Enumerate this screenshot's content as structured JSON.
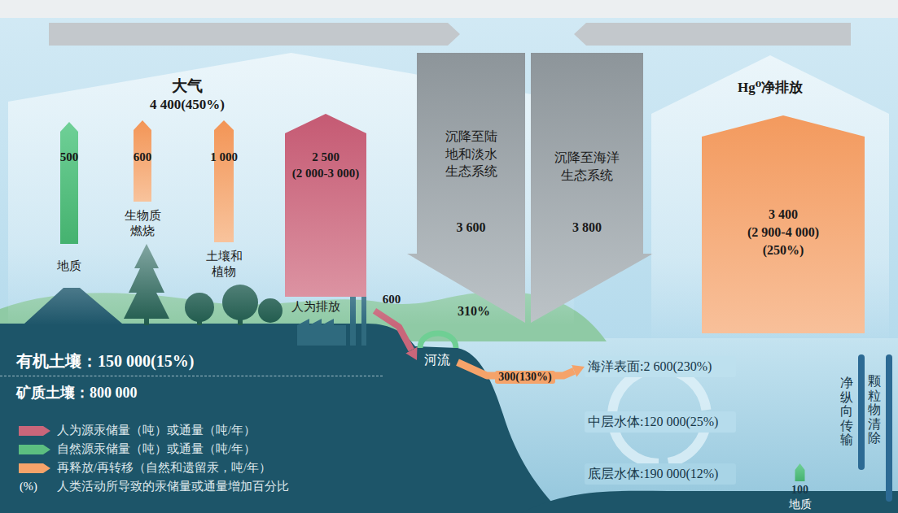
{
  "diagram": {
    "nodes": [
      {
        "text": [
          "大气",
          "4 400(450%)"
        ]
      },
      {
        "text": [
          "500",
          "地质"
        ],
        "in": 0
      },
      {
        "text": [
          "600",
          "生物质燃烧"
        ],
        "in": 0
      },
      {
        "text": [
          "1 000",
          "土壤和植物"
        ],
        "in": 0
      },
      {
        "text": [
          "2 500",
          "(2 000-3 000)",
          "人为排放"
        ],
        "in": 0
      },
      {
        "text": [
          "沉降至陆地和淡水生态系统",
          "3 600"
        ]
      },
      {
        "text": [
          "沉降至海洋生态系统",
          "3 800"
        ]
      },
      {
        "text": [
          "Hg⁰净排放"
        ]
      },
      {
        "text": [
          "3 400",
          "(2 900-4 000)",
          "(250%)"
        ],
        "in": 7
      },
      {
        "text": [
          "有机土壤：150 000(15%)"
        ]
      },
      {
        "text": [
          "矿质土壤：800 000"
        ]
      },
      {
        "text": [
          "河流"
        ]
      },
      {
        "text": [
          "海洋表面:2 600(230%)"
        ]
      },
      {
        "text": [
          "中层水体:120 000(25%)"
        ]
      },
      {
        "text": [
          "底层水体:190 000(12%)"
        ]
      },
      {
        "text": [
          "净纵向传输"
        ]
      },
      {
        "text": [
          "颗粒物清除"
        ]
      },
      {
        "text": [
          "100",
          "地质"
        ]
      }
    ],
    "edges": [
      {
        "from": 4,
        "to": 11,
        "label": "600",
        "arrow": "to"
      },
      {
        "from": 11,
        "to": 12,
        "label": "300(130%)",
        "arrow": "to"
      }
    ],
    "labels": [
      "310%",
      "(%)"
    ],
    "legend": [
      {
        "text": "人为源汞储量（吨）或通量（吨/年）",
        "color": "#c9667a"
      },
      {
        "text": "自然源汞储量（吨）或通量（吨/年）",
        "color": "#5cbf80"
      },
      {
        "text": "再释放/再转移（自然和遗留汞，吨/年）",
        "color": "#f5a36a"
      },
      {
        "text": "人类活动所导致的汞储量或通量增加百分比"
      }
    ]
  }
}
